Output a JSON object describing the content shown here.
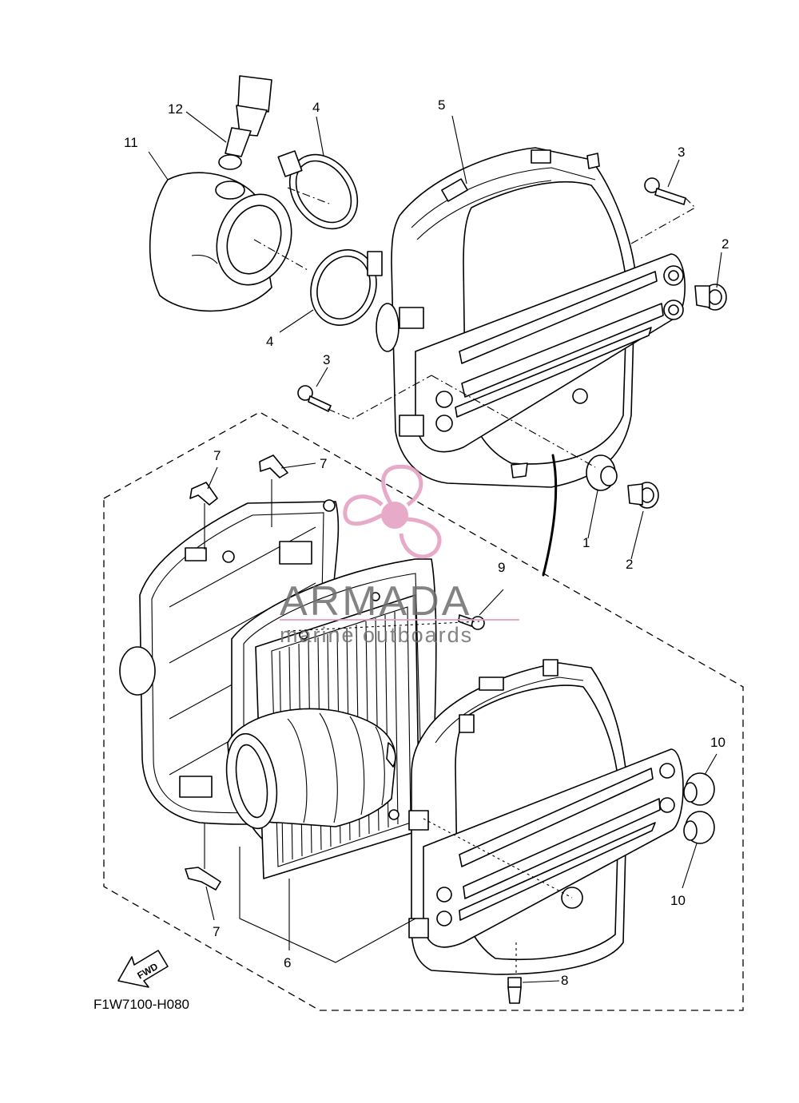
{
  "diagram": {
    "drawing_code": "F1W7100-H080",
    "fwd_label": "FWD",
    "callouts": {
      "c1": "1",
      "c2a": "2",
      "c2b": "2",
      "c3a": "3",
      "c3b": "3",
      "c4a": "4",
      "c4b": "4",
      "c5": "5",
      "c6": "6",
      "c7a": "7",
      "c7b": "7",
      "c7c": "7",
      "c8": "8",
      "c9": "9",
      "c10a": "10",
      "c10b": "10",
      "c11": "11",
      "c12": "12"
    }
  },
  "watermark": {
    "brand": "ARMADA",
    "tagline": "marine outboards",
    "logo_color": "#e59cc0"
  }
}
